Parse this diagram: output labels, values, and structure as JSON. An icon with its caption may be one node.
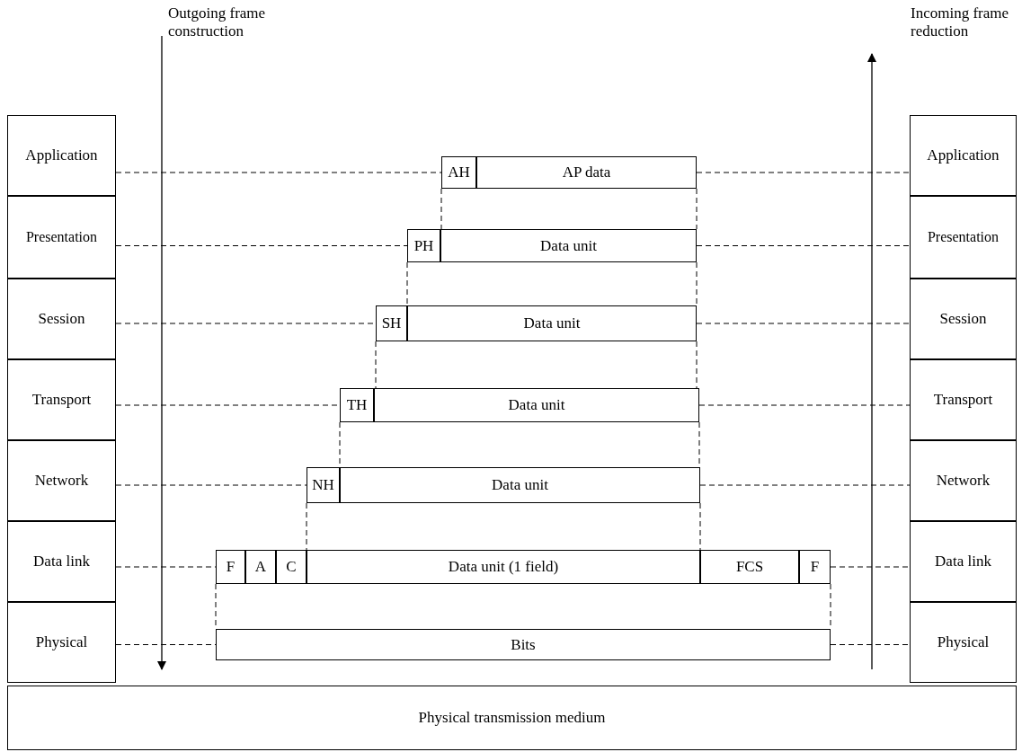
{
  "diagram": {
    "nodes": [
      {
        "text": [
          "Application"
        ]
      },
      {
        "text": [
          "Presentation"
        ]
      },
      {
        "text": [
          "Session"
        ]
      },
      {
        "text": [
          "Transport"
        ]
      },
      {
        "text": [
          "Network"
        ]
      },
      {
        "text": [
          "Data link"
        ]
      },
      {
        "text": [
          "Physical"
        ]
      },
      {
        "text": [
          "Application"
        ]
      },
      {
        "text": [
          "Presentation"
        ]
      },
      {
        "text": [
          "Session"
        ]
      },
      {
        "text": [
          "Transport"
        ]
      },
      {
        "text": [
          "Network"
        ]
      },
      {
        "text": [
          "Data link"
        ]
      },
      {
        "text": [
          "Physical"
        ]
      },
      {
        "text": [
          "AH"
        ]
      },
      {
        "text": [
          "AP data"
        ]
      },
      {
        "text": [
          "PH"
        ]
      },
      {
        "text": [
          "Data unit"
        ]
      },
      {
        "text": [
          "SH"
        ]
      },
      {
        "text": [
          "Data unit"
        ]
      },
      {
        "text": [
          "TH"
        ]
      },
      {
        "text": [
          "Data unit"
        ]
      },
      {
        "text": [
          "NH"
        ]
      },
      {
        "text": [
          "Data unit"
        ]
      },
      {
        "text": [
          "F"
        ]
      },
      {
        "text": [
          "A"
        ]
      },
      {
        "text": [
          "C"
        ]
      },
      {
        "text": [
          "Data unit (1 field)"
        ]
      },
      {
        "text": [
          "FCS"
        ]
      },
      {
        "text": [
          "F"
        ]
      },
      {
        "text": [
          "Bits"
        ]
      },
      {
        "text": [
          "Physical transmission medium"
        ]
      }
    ],
    "edges": [
      {
        "from": 0,
        "to": 14,
        "arrow": "none",
        "style": "dashed"
      },
      {
        "from": 15,
        "to": 7,
        "arrow": "none",
        "style": "dashed"
      },
      {
        "from": 1,
        "to": 16,
        "arrow": "none",
        "style": "dashed"
      },
      {
        "from": 17,
        "to": 8,
        "arrow": "none",
        "style": "dashed"
      },
      {
        "from": 2,
        "to": 18,
        "arrow": "none",
        "style": "dashed"
      },
      {
        "from": 19,
        "to": 9,
        "arrow": "none",
        "style": "dashed"
      },
      {
        "from": 3,
        "to": 20,
        "arrow": "none",
        "style": "dashed"
      },
      {
        "from": 21,
        "to": 10,
        "arrow": "none",
        "style": "dashed"
      },
      {
        "from": 4,
        "to": 22,
        "arrow": "none",
        "style": "dashed"
      },
      {
        "from": 23,
        "to": 11,
        "arrow": "none",
        "style": "dashed"
      },
      {
        "from": 5,
        "to": 24,
        "arrow": "none",
        "style": "dashed"
      },
      {
        "from": 29,
        "to": 12,
        "arrow": "none",
        "style": "dashed"
      },
      {
        "from": 6,
        "to": 30,
        "arrow": "none",
        "style": "dashed"
      },
      {
        "from": 30,
        "to": 13,
        "arrow": "none",
        "style": "dashed"
      },
      {
        "from": 14,
        "to": 17,
        "arrow": "none",
        "style": "dashed"
      },
      {
        "from": 15,
        "to": 17,
        "arrow": "none",
        "style": "dashed"
      },
      {
        "from": 16,
        "to": 19,
        "arrow": "none",
        "style": "dashed"
      },
      {
        "from": 17,
        "to": 19,
        "arrow": "none",
        "style": "dashed"
      },
      {
        "from": 18,
        "to": 21,
        "arrow": "none",
        "style": "dashed"
      },
      {
        "from": 19,
        "to": 21,
        "arrow": "none",
        "style": "dashed"
      },
      {
        "from": 20,
        "to": 23,
        "arrow": "none",
        "style": "dashed"
      },
      {
        "from": 21,
        "to": 23,
        "arrow": "none",
        "style": "dashed"
      },
      {
        "from": 22,
        "to": 27,
        "arrow": "none",
        "style": "dashed"
      },
      {
        "from": 23,
        "to": 27,
        "arrow": "none",
        "style": "dashed"
      },
      {
        "from": 24,
        "to": 30,
        "arrow": "none",
        "style": "dashed"
      },
      {
        "from": 29,
        "to": 30,
        "arrow": "none",
        "style": "dashed"
      }
    ],
    "labels": [
      "Outgoing frame construction",
      "Incoming frame reduction"
    ]
  }
}
